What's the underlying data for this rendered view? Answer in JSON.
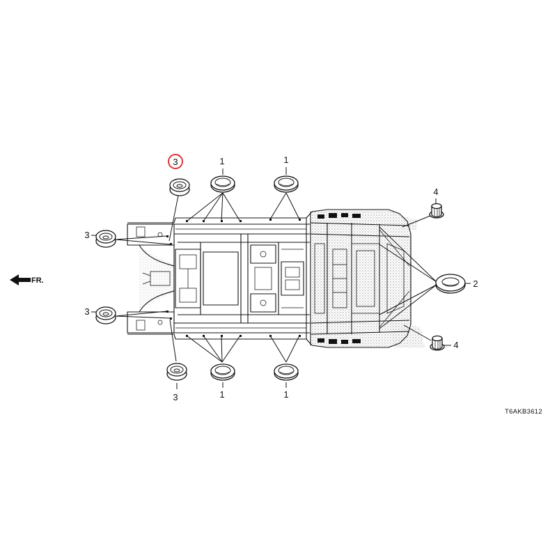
{
  "diagram": {
    "front_label": "FR.",
    "drawing_code": "T6AKB3612",
    "highlight_color": "#e0353b",
    "callouts": [
      {
        "label": "3"
      },
      {
        "label": "1"
      },
      {
        "label": "1"
      },
      {
        "label": "4"
      },
      {
        "label": "3"
      },
      {
        "label": "2"
      },
      {
        "label": "3"
      },
      {
        "label": "4"
      },
      {
        "label": "3"
      },
      {
        "label": "1"
      },
      {
        "label": "1"
      }
    ]
  }
}
